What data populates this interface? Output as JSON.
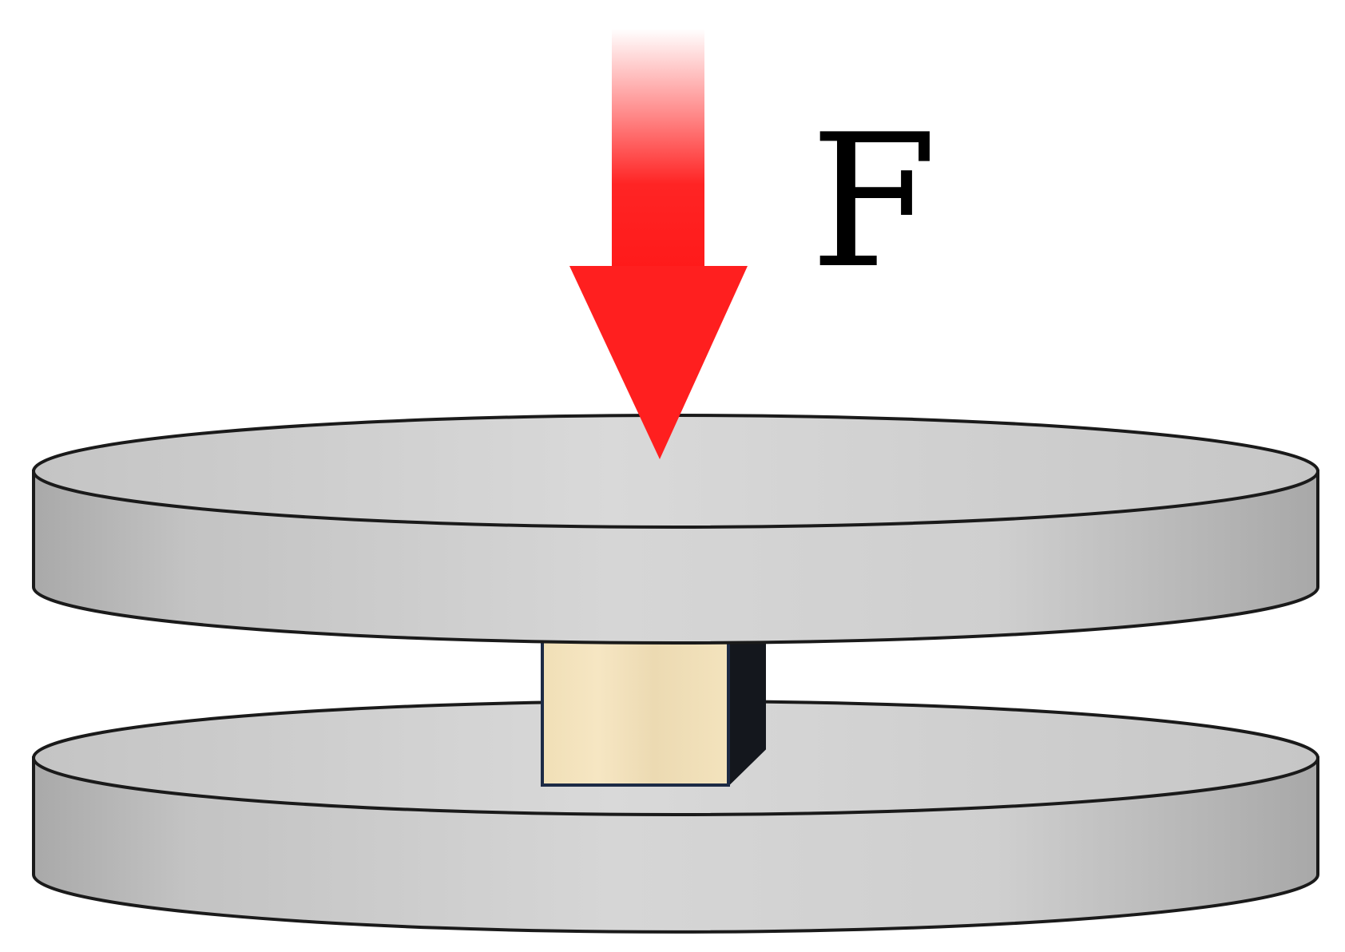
{
  "diagram": {
    "force_label": "F",
    "colors": {
      "arrow": "#ff1f1f",
      "plate_fill": "#cfcfcf",
      "plate_outline": "#1a1a1a",
      "sample_face": "#efdfb8",
      "sample_side": "#14171d",
      "sample_outline": "#1c2a45"
    },
    "elements": [
      "force-arrow",
      "top-plate",
      "bottom-plate",
      "sample-cube"
    ]
  }
}
